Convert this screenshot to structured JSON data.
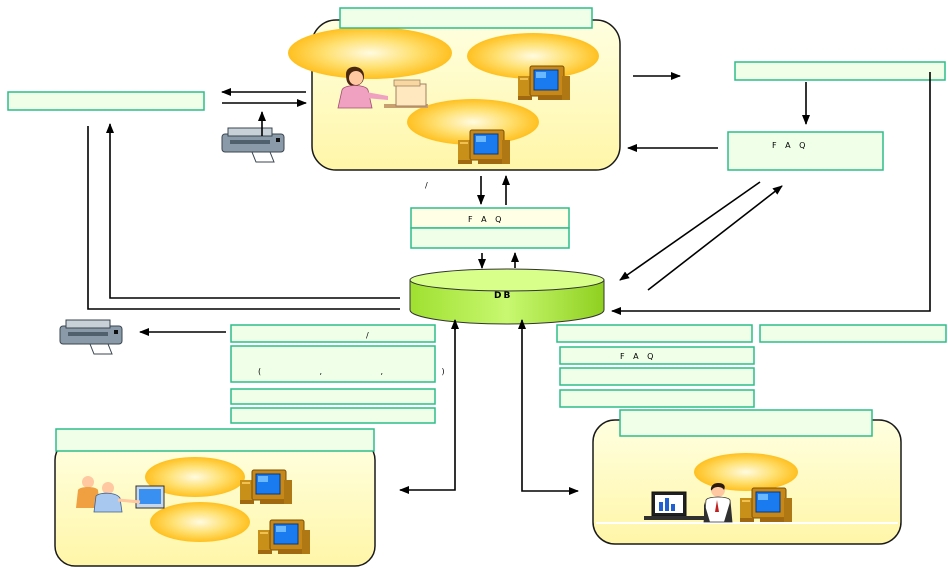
{
  "labels": {
    "center_slash": "/",
    "faq_center": "F A Q",
    "faq_right": "F A Q",
    "db": "DB",
    "left_slash": "/",
    "paren_row": "(          ,          ,          )",
    "faq_lower_right": "F A Q"
  },
  "colors": {
    "box_border": "#2ebd8a",
    "box_fill": "#f0ffe8",
    "panel_fill": "#ffffd0",
    "panel_border": "#1a1a1a",
    "ellipse_fill": "#ffd24a",
    "db_fill": "#b8f050",
    "db_top": "#d8ff8a",
    "faq_fill": "#ffffe6"
  },
  "icons": [
    "woman-at-computer-icon",
    "computer-icon",
    "printer-icon",
    "people-at-computer-icon",
    "businessman-at-desk-icon"
  ]
}
